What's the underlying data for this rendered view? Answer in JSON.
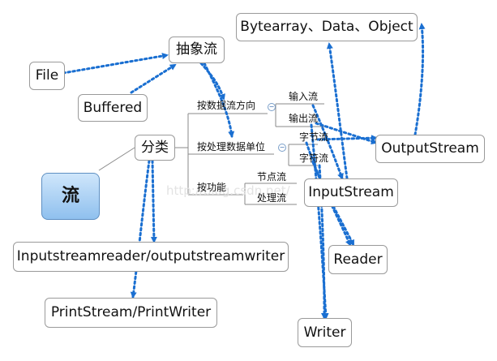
{
  "root": {
    "label": "流"
  },
  "nodes": {
    "abstract": "抽象流",
    "file": "File",
    "buffered": "Buffered",
    "classify": "分类",
    "bytearray": "Bytearray、Data、Object",
    "outputstream": "OutputStream",
    "inputstream": "InputStream",
    "reader": "Reader",
    "writer": "Writer",
    "converters": "Inputstreamreader/outputstreamwriter",
    "printstream": "PrintStream/PrintWriter"
  },
  "branches": {
    "by_direction": "按数据流方向",
    "by_unit": "按处理数据单位",
    "by_function": "按功能"
  },
  "leaves": {
    "input_stream": "输入流",
    "output_stream": "输出流",
    "byte_stream": "字节流",
    "char_stream": "字符流",
    "node_stream": "节点流",
    "processing_stream": "处理流"
  },
  "watermark": "http://blog.csdn.net/",
  "colors": {
    "arrow": "#1a6fd1",
    "line": "#888888",
    "root_fill": "#a9d0f5"
  }
}
